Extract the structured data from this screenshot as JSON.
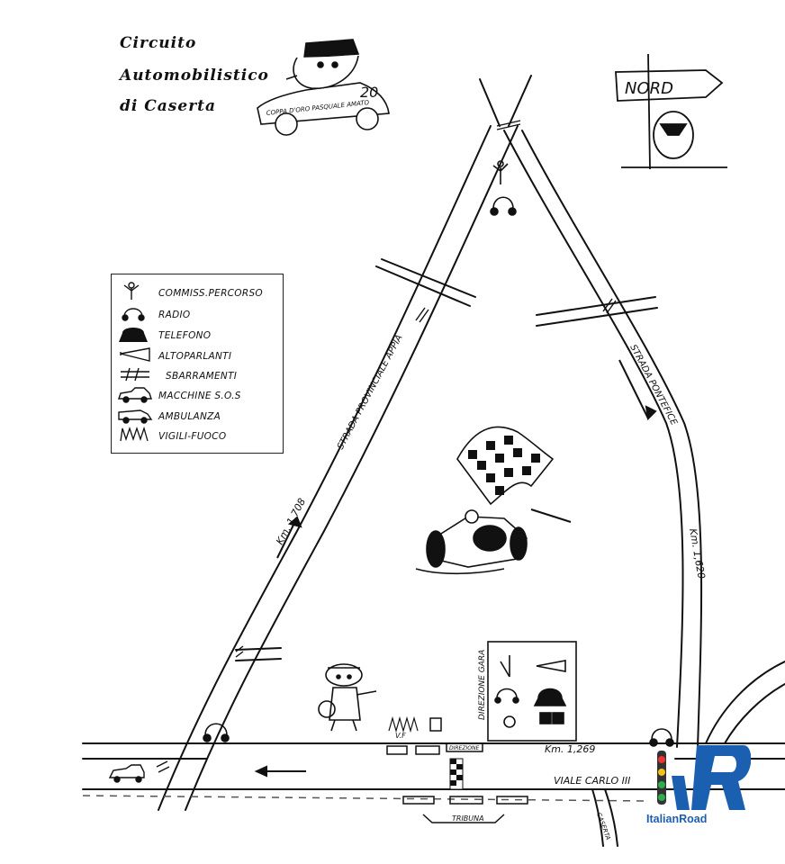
{
  "title": {
    "line1": "Circuito",
    "line2": "Automobilistico",
    "line3": "di Caserta"
  },
  "trophy_car": {
    "number": "20",
    "inscription": "COPPA D'ORO  PASQUALE  AMATO"
  },
  "north_sign": "NORD",
  "legend": {
    "items": [
      {
        "label": "COMMISS.PERCORSO",
        "icon": "marshal-icon"
      },
      {
        "label": "RADIO",
        "icon": "radio-icon"
      },
      {
        "label": "TELEFONO",
        "icon": "telephone-icon"
      },
      {
        "label": "ALTOPARLANTI",
        "icon": "loudspeaker-icon"
      },
      {
        "label": "SBARRAMENTI",
        "icon": "barrier-icon"
      },
      {
        "label": "MACCHINE S.O.S",
        "icon": "tow-truck-icon"
      },
      {
        "label": "AMBULANZA",
        "icon": "ambulance-icon"
      },
      {
        "label": "VIGILI-FUOCO",
        "icon": "fire-brigade-icon"
      }
    ]
  },
  "roads": {
    "left": "STRADA PROVINCIALE APPIA",
    "right": "STRADA PONTEFICE",
    "bottom": "VIALE CARLO III"
  },
  "distances": {
    "left": "Km. 1,708",
    "right": "Km. 1,620",
    "bottom": "Km. 1,269"
  },
  "labels": {
    "direzione_gara": "DIREZIONE GARA",
    "tribuna": "TRIBUNA",
    "vf": "V.F",
    "direzione_box": "DIREZIONE",
    "caserta": "CASERTA"
  },
  "watermark": {
    "text": "ItalianRoad",
    "color_accent": "#1b5fb0"
  }
}
